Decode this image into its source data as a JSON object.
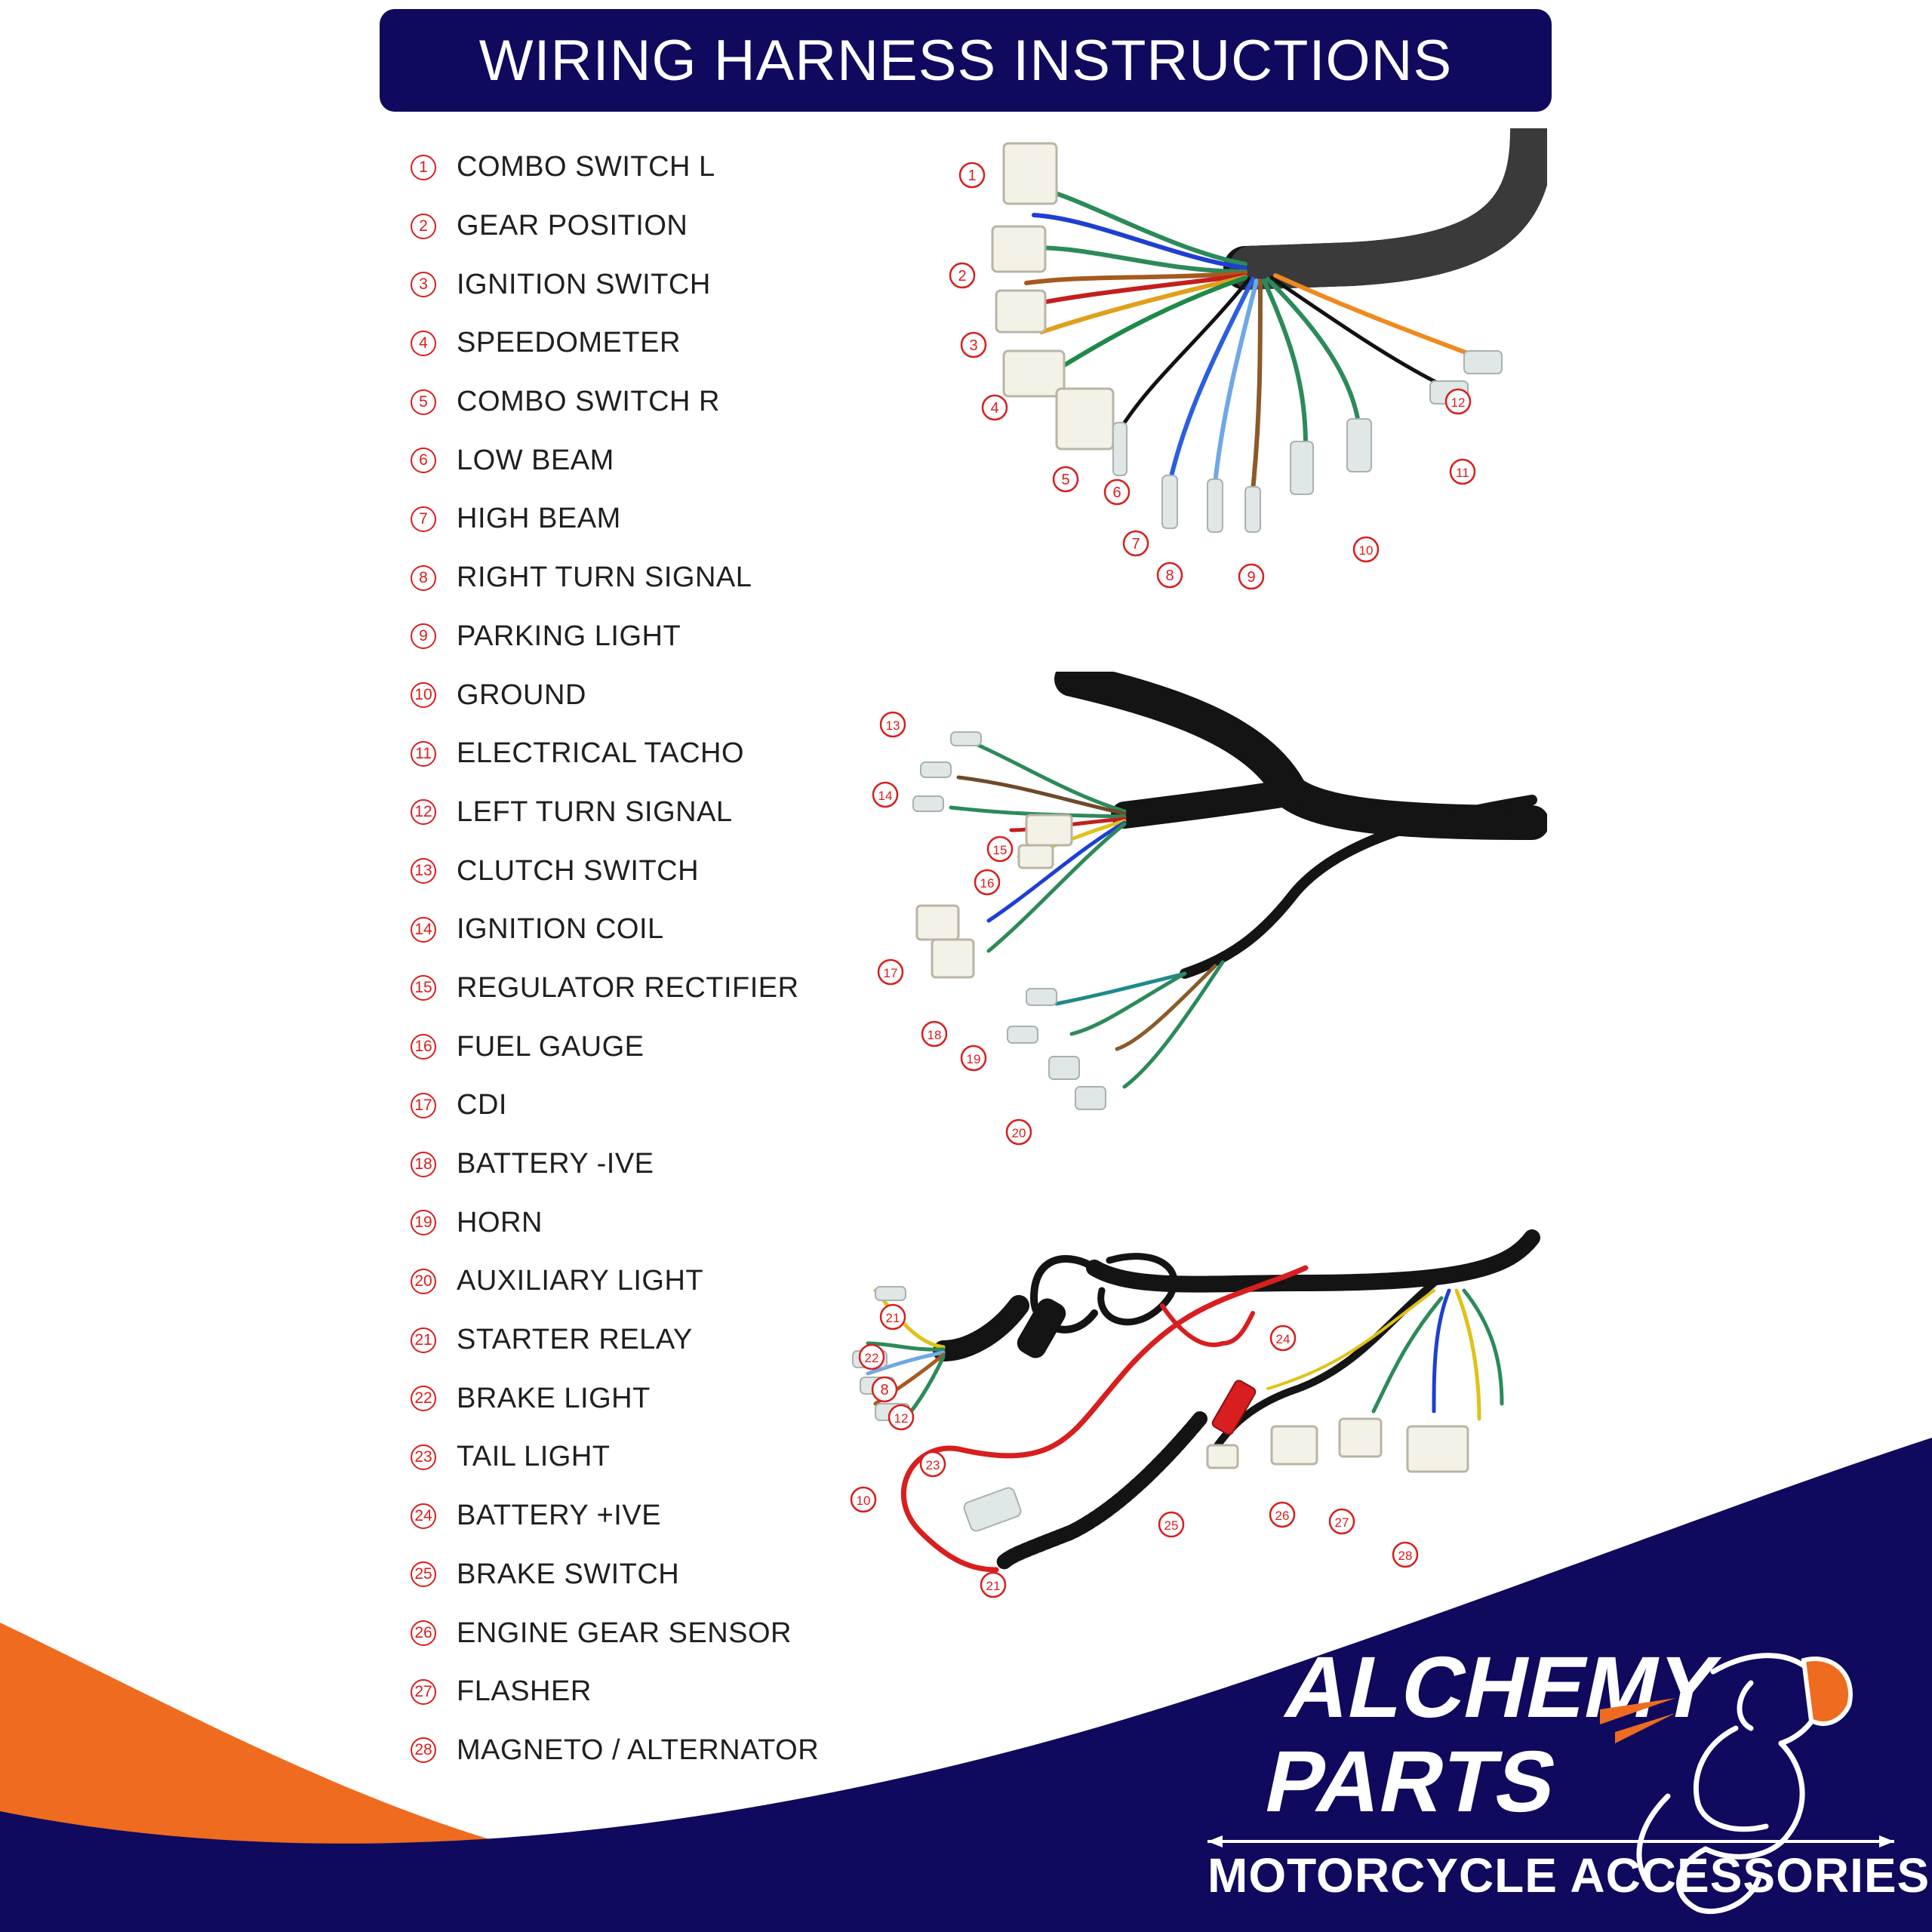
{
  "title": "WIRING HARNESS INSTRUCTIONS",
  "legend": [
    {
      "num": "1",
      "label": "COMBO SWITCH L"
    },
    {
      "num": "2",
      "label": "GEAR POSITION"
    },
    {
      "num": "3",
      "label": "IGNITION SWITCH"
    },
    {
      "num": "4",
      "label": "SPEEDOMETER"
    },
    {
      "num": "5",
      "label": "COMBO SWITCH R"
    },
    {
      "num": "6",
      "label": "LOW BEAM"
    },
    {
      "num": "7",
      "label": "HIGH BEAM"
    },
    {
      "num": "8",
      "label": "RIGHT TURN SIGNAL"
    },
    {
      "num": "9",
      "label": "PARKING LIGHT"
    },
    {
      "num": "10",
      "label": "GROUND"
    },
    {
      "num": "11",
      "label": "ELECTRICAL TACHO"
    },
    {
      "num": "12",
      "label": "LEFT TURN SIGNAL"
    },
    {
      "num": "13",
      "label": "CLUTCH SWITCH"
    },
    {
      "num": "14",
      "label": "IGNITION COIL"
    },
    {
      "num": "15",
      "label": "REGULATOR RECTIFIER"
    },
    {
      "num": "16",
      "label": "FUEL GAUGE"
    },
    {
      "num": "17",
      "label": "CDI"
    },
    {
      "num": "18",
      "label": "BATTERY -IVE"
    },
    {
      "num": "19",
      "label": "HORN"
    },
    {
      "num": "20",
      "label": "AUXILIARY LIGHT"
    },
    {
      "num": "21",
      "label": "STARTER RELAY"
    },
    {
      "num": "22",
      "label": "BRAKE LIGHT"
    },
    {
      "num": "23",
      "label": "TAIL LIGHT"
    },
    {
      "num": "24",
      "label": "BATTERY +IVE"
    },
    {
      "num": "25",
      "label": "BRAKE SWITCH"
    },
    {
      "num": "26",
      "label": "ENGINE GEAR SENSOR"
    },
    {
      "num": "27",
      "label": "FLASHER"
    },
    {
      "num": "28",
      "label": "MAGNETO / ALTERNATOR"
    }
  ],
  "callouts": {
    "d1": [
      "1",
      "2",
      "3",
      "4",
      "5",
      "6",
      "7",
      "8",
      "9",
      "10",
      "11",
      "12"
    ],
    "d2": [
      "13",
      "14",
      "15",
      "16",
      "17",
      "18",
      "19",
      "20"
    ],
    "d3": [
      "21",
      "22",
      "8",
      "12",
      "23",
      "10",
      "24",
      "25",
      "26",
      "27",
      "28",
      "21"
    ]
  },
  "brand": {
    "line1": "ALCHEMY",
    "line2": "PARTS",
    "tagline": "MOTORCYCLE ACCESSORIES"
  },
  "colors": {
    "navy": "#0f0a5e",
    "orange": "#ef6b1f",
    "callout_red": "#d81e1e"
  }
}
